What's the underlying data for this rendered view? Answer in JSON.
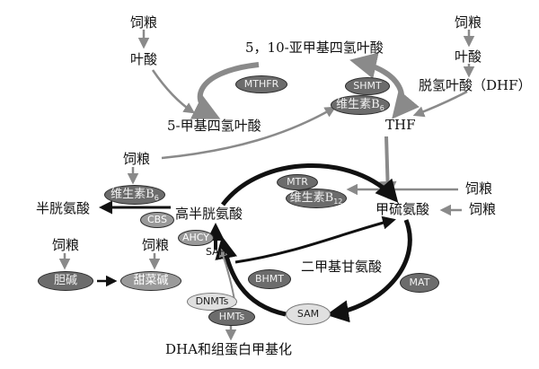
{
  "labels": {
    "feed": "饲粮",
    "folate": "叶酸",
    "methylene_thf": "5，10-亚甲基四氢叶酸",
    "methyl_thf": "5-甲基四氢叶酸",
    "dhf": "脱氢叶酸（DHF）",
    "thf": "THF",
    "cysteine": "半胱氨酸",
    "homocysteine": "高半胱氨酸",
    "methionine": "甲硫氨酸",
    "choline": "胆碱",
    "betaine": "甜菜碱",
    "dimethylglycine": "二甲基甘氨酸",
    "sah": "SAH",
    "dha_methylation": "DHA和组蛋白甲基化"
  },
  "nodes": {
    "mthfr": "MTHFR",
    "shmt": "SHMT",
    "vitb6_base": "维生素B",
    "vitb6_sub": "6",
    "mtr": "MTR",
    "vitb12_base": "维生素B",
    "vitb12_sub": "12",
    "cbs": "CBS",
    "ahcy": "AHCY",
    "bhmt": "BHMT",
    "mat": "MAT",
    "dnmts": "DNMTs",
    "hmts": "HMTs",
    "sam": "SAM",
    "choline": "胆碱",
    "betaine": "甜菜碱"
  },
  "colors": {
    "enzyme_dark": "#6c6c6c",
    "enzyme_mid": "#9a9a9a",
    "metabolite_light": "#e0e0e0",
    "arrow_black": "#111111",
    "arrow_gray": "#8a8a8a"
  }
}
